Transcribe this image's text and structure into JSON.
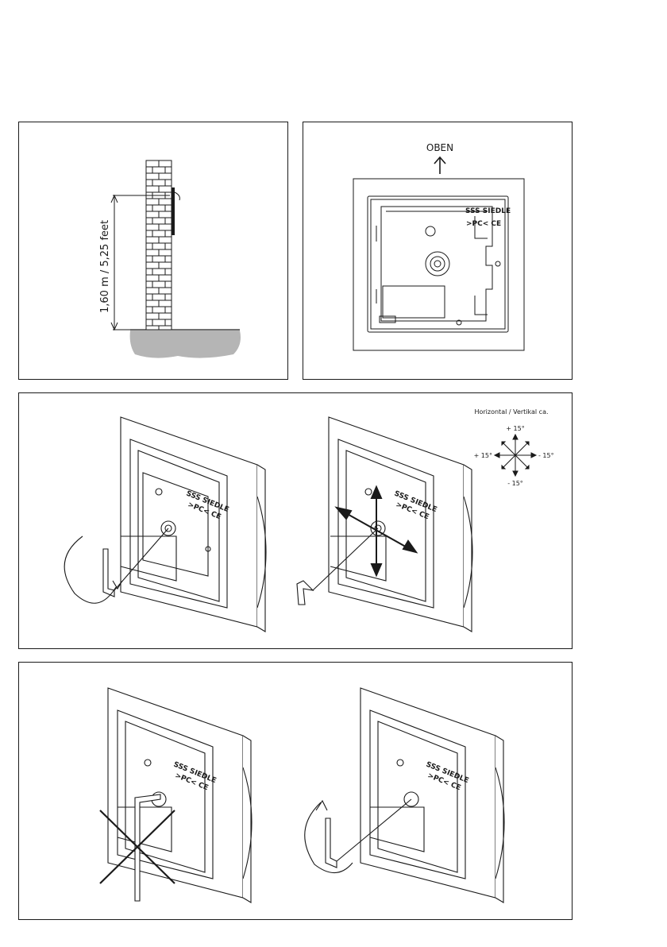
{
  "panel1": {
    "height_label": "1,60 m / 5,25 feet"
  },
  "panel2": {
    "up_label": "OBEN",
    "brand": "SSS SIEDLE",
    "marks": ">PC< CE"
  },
  "panel3": {
    "angle_title": "Horizontal / Vertikal ca.",
    "angle_top": "+ 15°",
    "angle_left": "+ 15°",
    "angle_right": "- 15°",
    "angle_bottom": "- 15°",
    "brand": "SSS SIEDLE",
    "marks": ">PC< CE"
  },
  "panel4": {
    "brand": "SSS SIEDLE",
    "marks": ">PC< CE"
  }
}
